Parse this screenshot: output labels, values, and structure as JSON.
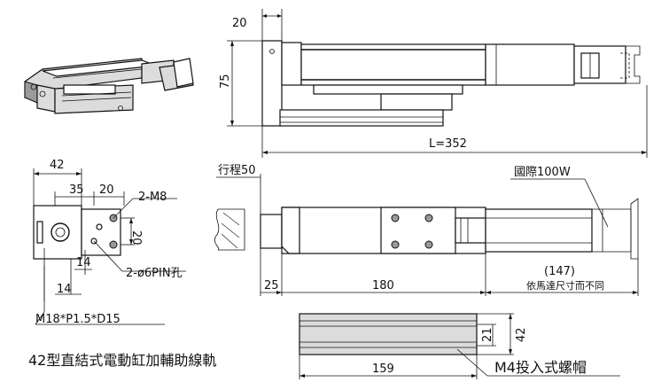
{
  "labels": {
    "side_depth": "20",
    "side_height": "75",
    "total_length": "L=352",
    "end_width": "42",
    "end_35": "35",
    "end_20a": "20",
    "end_2m8": "2-M8",
    "end_20b": "20",
    "end_14a": "14",
    "end_pin": "2-ø6PIN孔",
    "end_14b": "14",
    "end_thread": "M18*P1.5*D15",
    "stroke": "行程50",
    "motor": "國際100W",
    "dim_25": "25",
    "dim_180": "180",
    "dim_147": "(147)",
    "dim_147_note": "依馬達尺寸而不同",
    "rail_159": "159",
    "rail_21": "21",
    "rail_42": "42",
    "rail_screw": "M4投入式螺帽",
    "caption": "42型直結式電動缸加輔助線軌"
  }
}
